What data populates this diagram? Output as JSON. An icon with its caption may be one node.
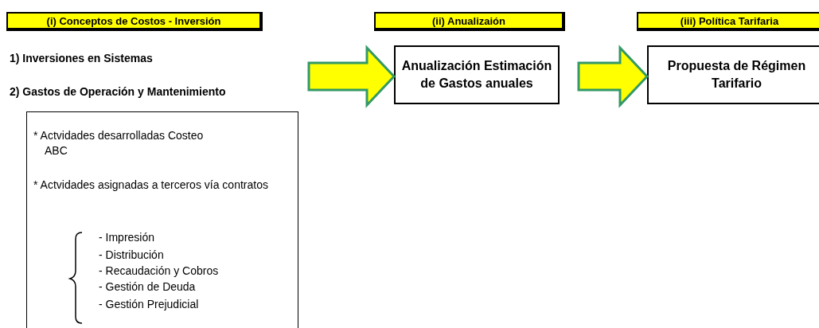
{
  "diagram": {
    "nodes": [
      {
        "text": [
          "(i) Conceptos de Costos - Inversión"
        ]
      },
      {
        "text": [
          "(ii) Anualizaión"
        ]
      },
      {
        "text": [
          "(iii) Política Tarifaria"
        ]
      },
      {
        "text": [
          "Anualización Estimación de Gastos anuales"
        ]
      },
      {
        "text": [
          "Propuesta de Régimen Tarifario"
        ]
      },
      {
        "text": [
          "* Actvidades desarrolladas Costeo ABC",
          "* Actvidades asignadas a terceros vía contratos",
          "- Impresión",
          "- Distribución",
          "- Recaudación y Cobros",
          "- Gestión de Deuda",
          "- Gestión Prejudicial"
        ]
      }
    ],
    "edges": [
      {
        "from": null,
        "to": 3,
        "arrow": "to"
      },
      {
        "from": 3,
        "to": 4,
        "arrow": "to"
      }
    ],
    "labels": [
      "1) Inversiones en Sistemas",
      "2) Gastos de Operación y Mantenimiento"
    ]
  }
}
